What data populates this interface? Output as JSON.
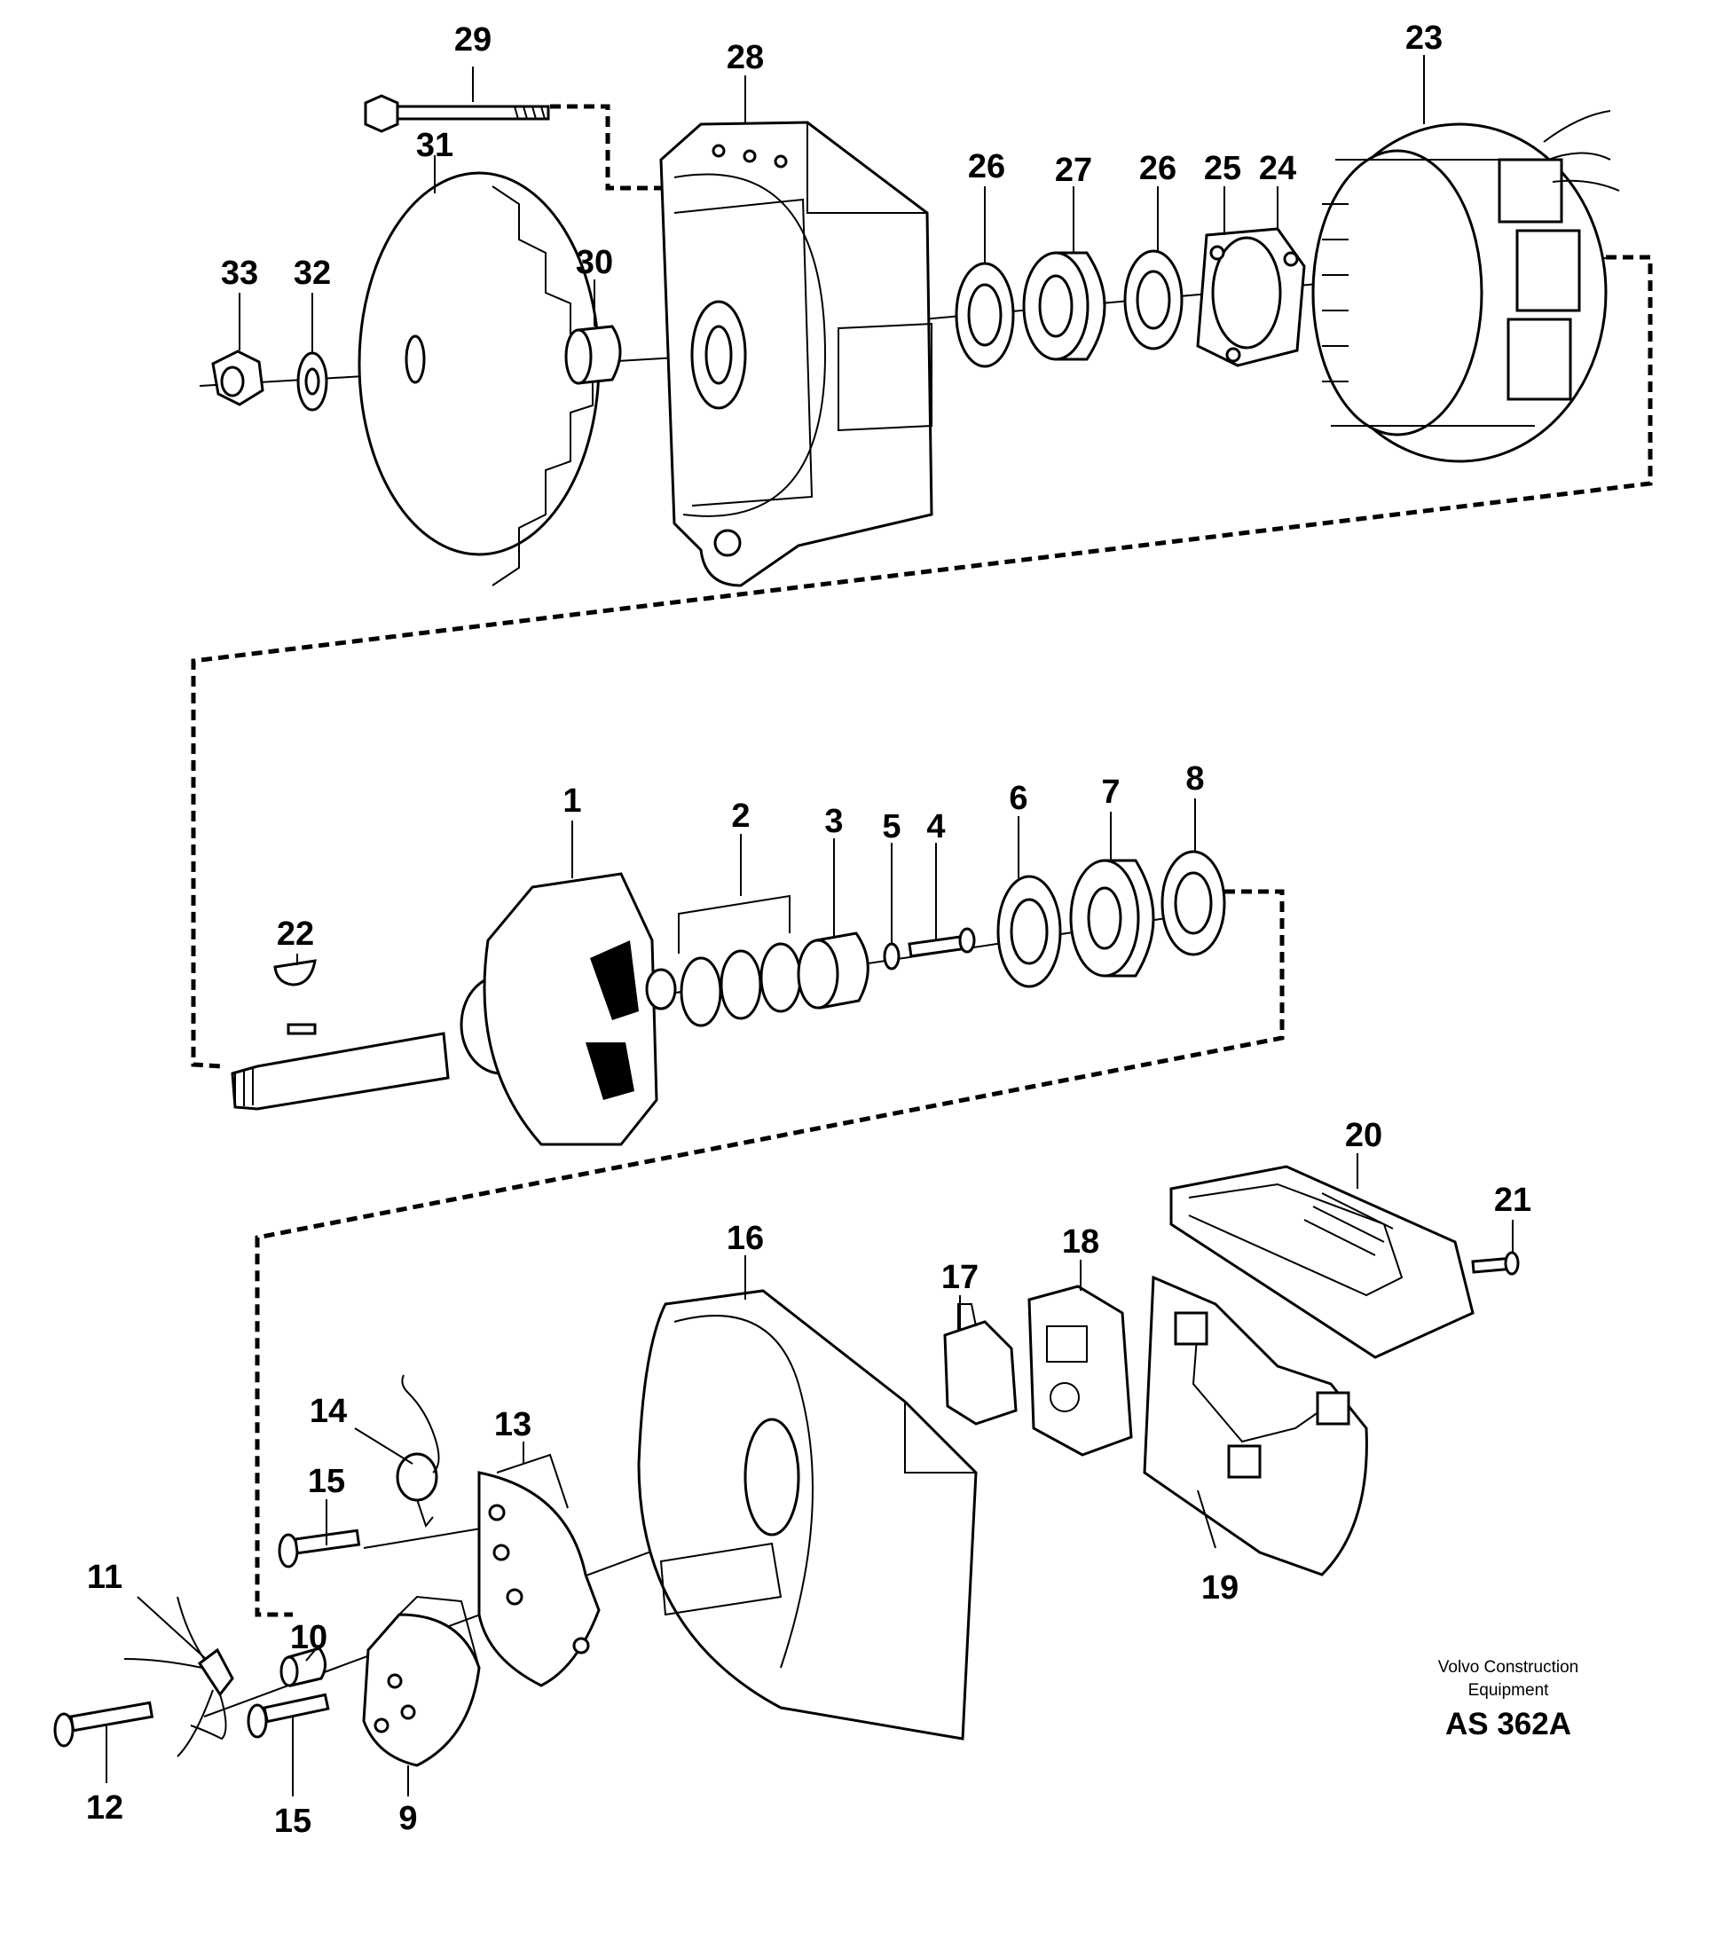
{
  "callouts": [
    {
      "id": "1",
      "label": "1"
    },
    {
      "id": "2",
      "label": "2"
    },
    {
      "id": "3",
      "label": "3"
    },
    {
      "id": "4",
      "label": "4"
    },
    {
      "id": "5",
      "label": "5"
    },
    {
      "id": "6",
      "label": "6"
    },
    {
      "id": "7",
      "label": "7"
    },
    {
      "id": "8",
      "label": "8"
    },
    {
      "id": "9",
      "label": "9"
    },
    {
      "id": "10",
      "label": "10"
    },
    {
      "id": "11",
      "label": "11"
    },
    {
      "id": "12",
      "label": "12"
    },
    {
      "id": "13",
      "label": "13"
    },
    {
      "id": "14",
      "label": "14"
    },
    {
      "id": "15a",
      "label": "15"
    },
    {
      "id": "15b",
      "label": "15"
    },
    {
      "id": "16",
      "label": "16"
    },
    {
      "id": "17",
      "label": "17"
    },
    {
      "id": "18",
      "label": "18"
    },
    {
      "id": "19",
      "label": "19"
    },
    {
      "id": "20",
      "label": "20"
    },
    {
      "id": "21",
      "label": "21"
    },
    {
      "id": "22",
      "label": "22"
    },
    {
      "id": "23",
      "label": "23"
    },
    {
      "id": "24",
      "label": "24"
    },
    {
      "id": "25",
      "label": "25"
    },
    {
      "id": "26a",
      "label": "26"
    },
    {
      "id": "26b",
      "label": "26"
    },
    {
      "id": "27",
      "label": "27"
    },
    {
      "id": "28",
      "label": "28"
    },
    {
      "id": "29",
      "label": "29"
    },
    {
      "id": "30",
      "label": "30"
    },
    {
      "id": "31",
      "label": "31"
    },
    {
      "id": "32",
      "label": "32"
    },
    {
      "id": "33",
      "label": "33"
    }
  ],
  "footer": {
    "brand_line1": "Volvo Construction",
    "brand_line2": "Equipment",
    "code": "AS 362A"
  }
}
